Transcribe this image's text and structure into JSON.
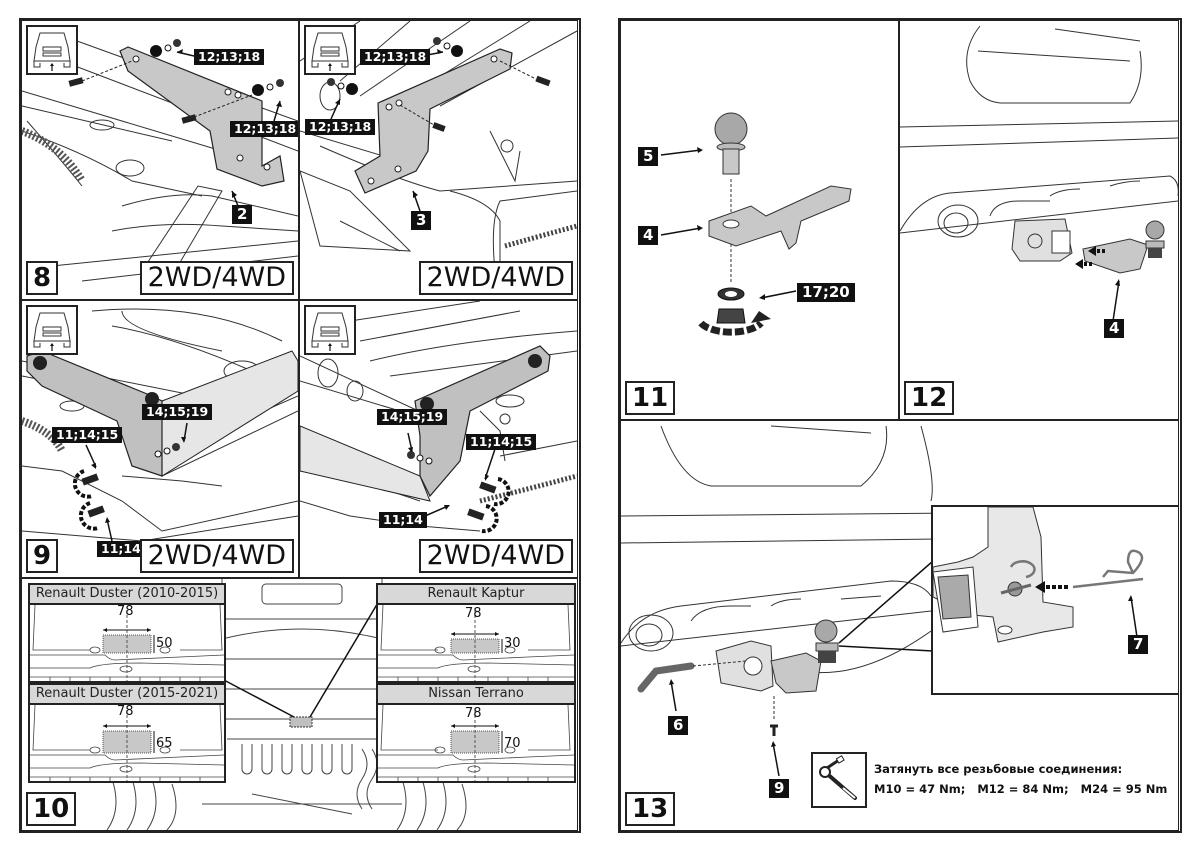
{
  "document": {
    "left_sheet": {
      "steps": [
        {
          "number": "8",
          "drive": "2WD/4WD",
          "callouts": [
            "12;13;18",
            "12;13;18"
          ],
          "part": "2"
        },
        {
          "number": "",
          "drive": "2WD/4WD",
          "callouts": [
            "12;13;18",
            "12;13;18"
          ],
          "part": "3"
        },
        {
          "number": "9",
          "drive": "2WD/4WD",
          "callouts": [
            "14;15;19",
            "11;14;15",
            "11;14"
          ]
        },
        {
          "number": "",
          "drive": "2WD/4WD",
          "callouts": [
            "14;15;19",
            "11;14;15",
            "11;14"
          ]
        },
        {
          "number": "10"
        }
      ],
      "cutout_templates": [
        {
          "vehicle": "Renault Duster (2010-2015)",
          "width": "78",
          "height": "50"
        },
        {
          "vehicle": "Renault Duster (2015-2021)",
          "width": "78",
          "height": "65"
        },
        {
          "vehicle": "Renault Kaptur",
          "width": "78",
          "height": "30"
        },
        {
          "vehicle": "Nissan Terrano",
          "width": "78",
          "height": "70"
        }
      ]
    },
    "right_sheet": {
      "step11": {
        "number": "11",
        "parts": [
          "5",
          "4"
        ],
        "callout": "17;20"
      },
      "step12": {
        "number": "12",
        "part": "4"
      },
      "step13": {
        "number": "13",
        "parts": [
          "6",
          "9",
          "7"
        ],
        "torque_title": "Затянуть все резьбовые соединения:",
        "torque_values": "M10 = 47 Nm;   M12 = 84 Nm;   M24 = 95 Nm"
      }
    },
    "icons": {
      "car_rear_view": "car-rear-icon",
      "torque_wrench": "torque-wrench-icon",
      "rotate_arrow": "rotate-arrow-icon"
    },
    "colors": {
      "line": "#222222",
      "part_fill": "#c8c8c8",
      "label_bg": "#111111",
      "label_text": "#ffffff",
      "title_bar": "#d8d8d8"
    }
  }
}
